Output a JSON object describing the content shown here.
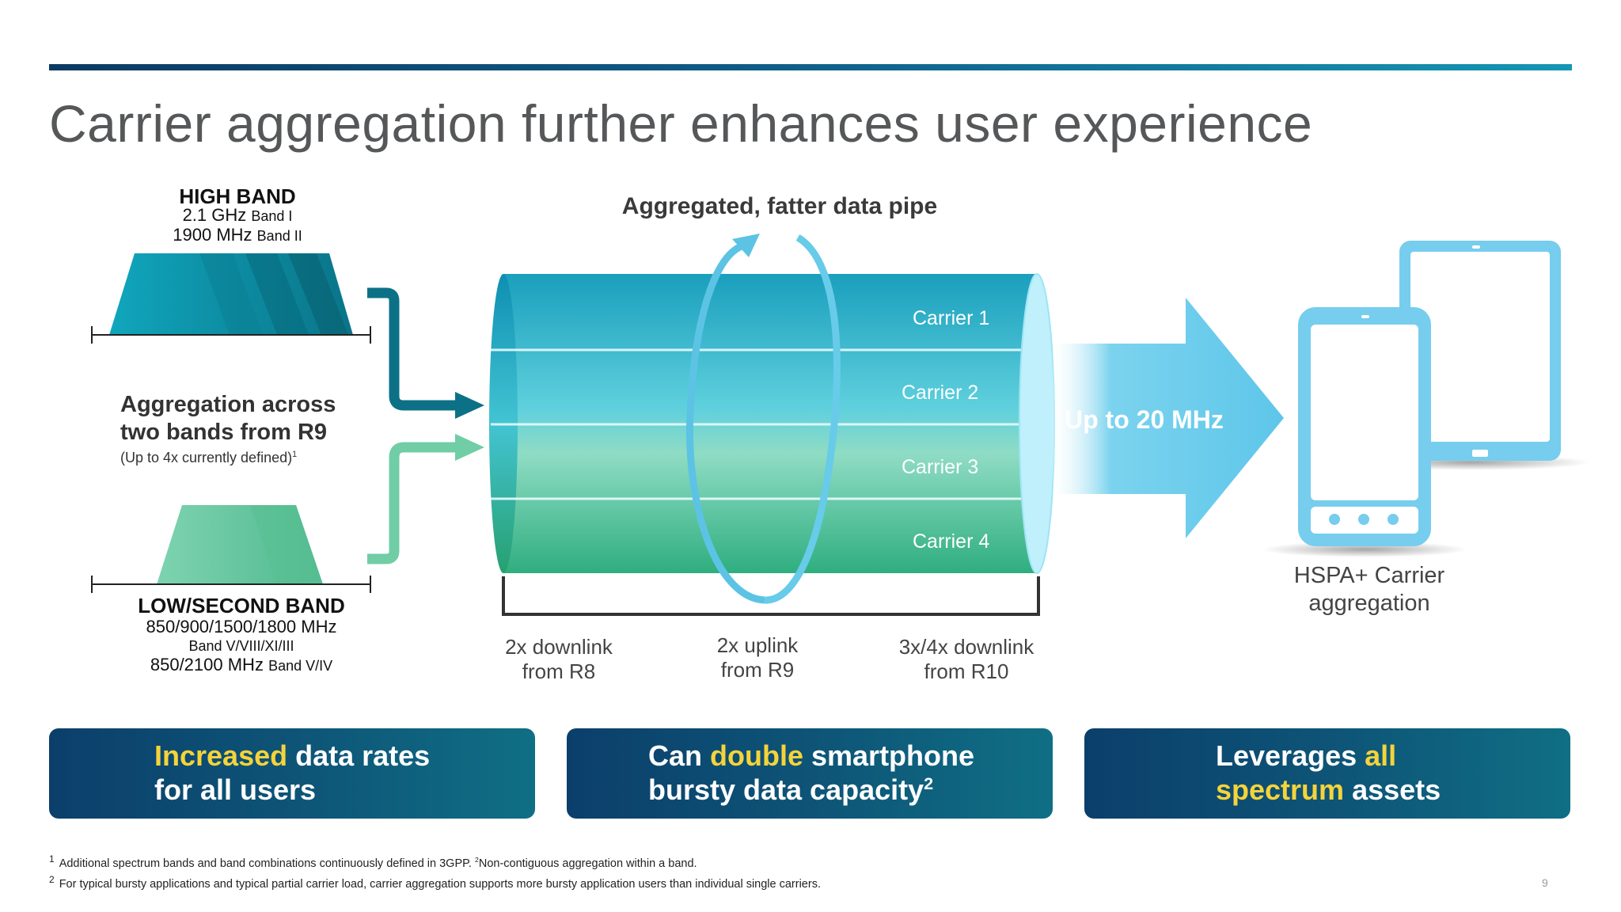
{
  "title": "Carrier aggregation further enhances user experience",
  "high_band": {
    "header": "HIGH BAND",
    "line1_main": "2.1 GHz",
    "line1_band": "Band I",
    "line2_main": "1900 MHz",
    "line2_band": "Band II"
  },
  "aggregation": {
    "line1": "Aggregation across",
    "line2": "two bands from R9",
    "note": "(Up to 4x currently defined)",
    "note_sup": "1"
  },
  "low_band": {
    "header": "LOW/SECOND BAND",
    "line1": "850/900/1500/1800 MHz",
    "line2": "Band V/VIII/XI/III",
    "line3_main": "850/2100 MHz",
    "line3_band": "Band V/IV"
  },
  "pipe": {
    "title": "Aggregated, fatter data pipe",
    "carriers": [
      "Carrier 1",
      "Carrier 2",
      "Carrier 3",
      "Carrier 4"
    ],
    "rate": "Up to 20 MHz"
  },
  "releases": [
    {
      "line1": "2x downlink",
      "line2": "from R8"
    },
    {
      "line1": "2x uplink",
      "line2": "from R9"
    },
    {
      "line1": "3x/4x downlink",
      "line2": "from R10"
    }
  ],
  "device_label": {
    "line1": "HSPA+ Carrier",
    "line2": "aggregation"
  },
  "benefits": [
    {
      "highlight": "Increased",
      "rest1": " data rates",
      "line2": "for all users"
    },
    {
      "pre": "Can ",
      "highlight": "double",
      "rest1": " smartphone",
      "line2": "bursty data capacity",
      "sup": "2"
    },
    {
      "pre": "Leverages ",
      "highlight": "all",
      "line2_highlight": "spectrum",
      "line2_rest": " assets"
    }
  ],
  "footnotes": [
    {
      "num": "1",
      "text": "Additional spectrum bands and band combinations continuously defined in 3GPP. ",
      "sup": "2",
      "text2": "Non-contiguous aggregation within a band."
    },
    {
      "num": "2",
      "text": "For typical bursty applications and  typical partial carrier load, carrier aggregation  supports more bursty application users than individual  single carriers."
    }
  ],
  "page_number": "9",
  "colors": {
    "high_band": "#0a8fa6",
    "low_band": "#5cc49b",
    "pipe_top": "#1fa7c4",
    "pipe_bottom": "#35b585",
    "arrow": "#79d2ee",
    "device": "#79cdee",
    "benefit_bg": "#0b3f6b",
    "highlight": "#f5d33a"
  }
}
